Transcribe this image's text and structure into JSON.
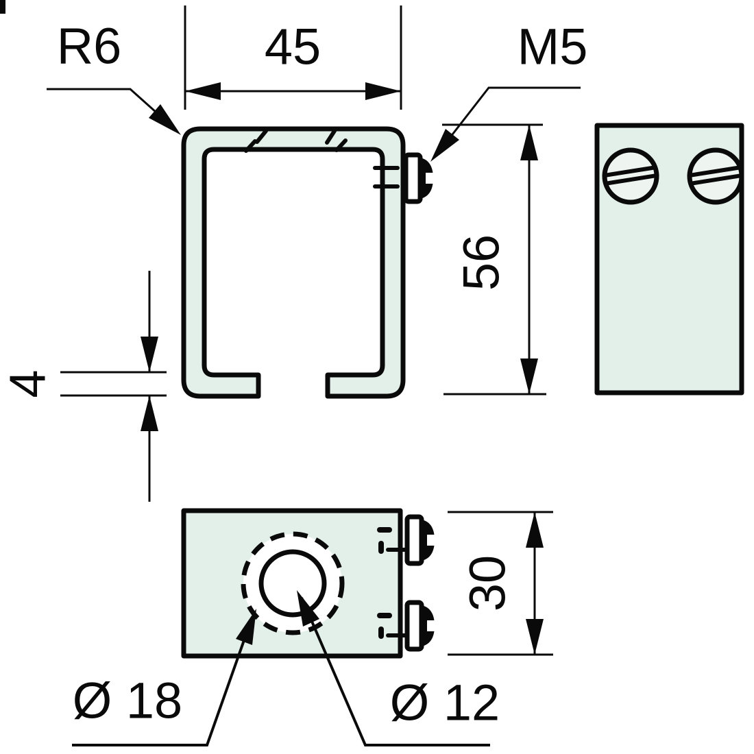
{
  "colors": {
    "part_fill": "#e3efe9",
    "screw_head_fill": "#eef5f1",
    "line": "#0a0a0a",
    "background": "#ffffff"
  },
  "dimensions": {
    "corner_radius": "R6",
    "outer_width": "45",
    "screw_thread": "M5",
    "height": "56",
    "material_thickness": "4",
    "depth": "30",
    "hole_outer": "Ø 18",
    "hole_inner": "Ø 12"
  }
}
